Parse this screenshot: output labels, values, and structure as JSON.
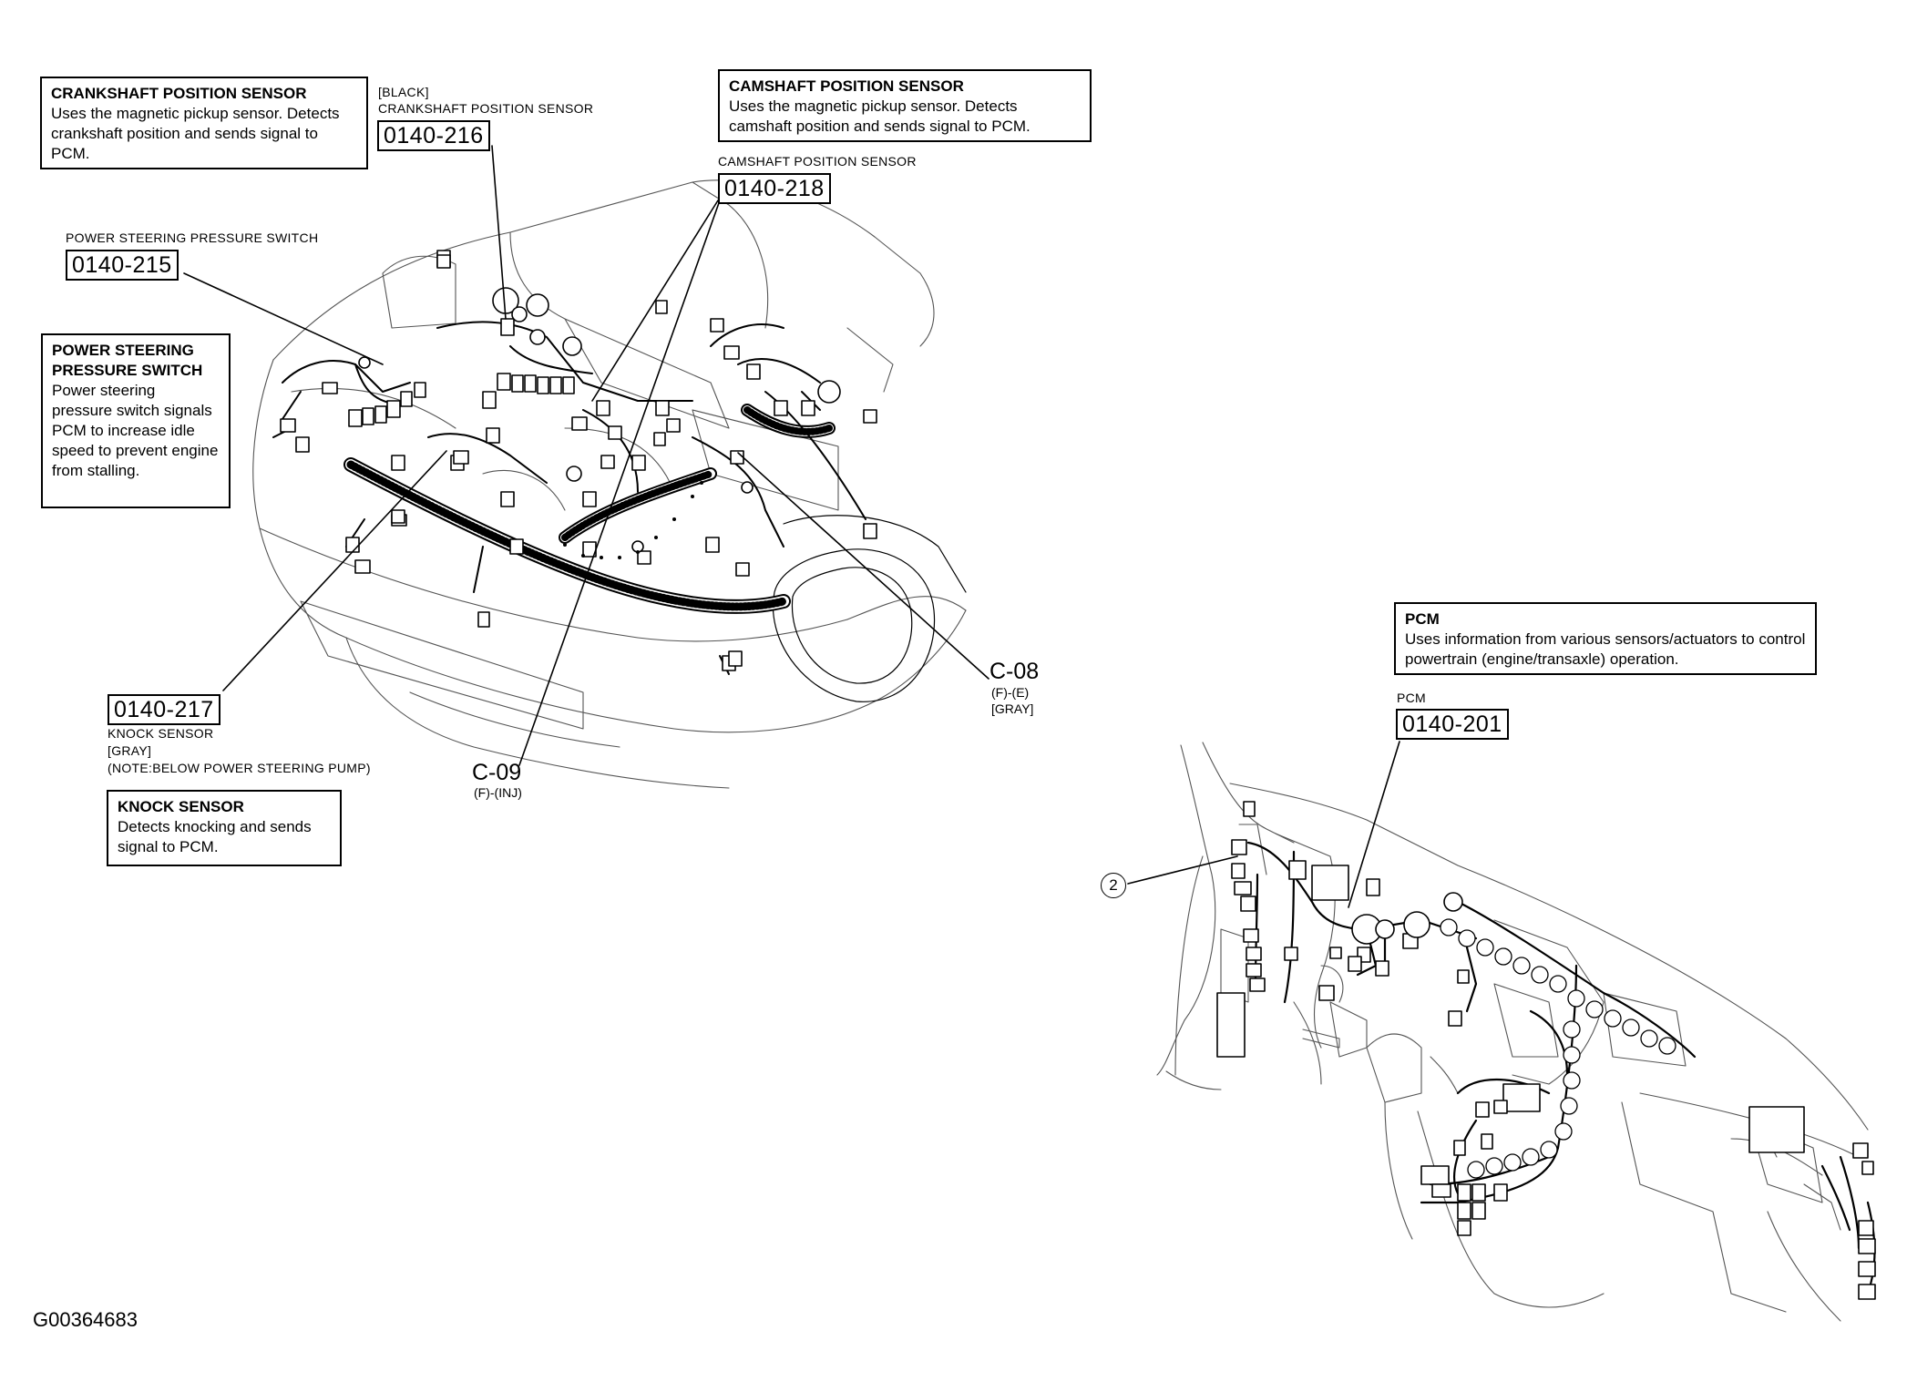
{
  "boxes": {
    "crankshaft": {
      "title": "CRANKSHAFT POSITION SENSOR",
      "text": "Uses the magnetic pickup sensor. Detects crankshaft position and sends signal to PCM."
    },
    "camshaft": {
      "title": "CAMSHAFT POSITION SENSOR",
      "text": "Uses the magnetic pickup sensor. Detects camshaft position and sends signal to PCM."
    },
    "ps_switch": {
      "title": "POWER STEERING PRESSURE SWITCH",
      "text": "Power steering pressure switch signals PCM to increase idle speed to prevent engine from stalling."
    },
    "knock": {
      "title": "KNOCK SENSOR",
      "text": "Detects knocking and sends signal to PCM."
    },
    "pcm": {
      "title": "PCM",
      "text": "Uses information from various sensors/actuators to control powertrain (engine/transaxle) operation."
    }
  },
  "components": {
    "crank": {
      "color_note": "[BLACK]",
      "name": "CRANKSHAFT POSITION SENSOR",
      "code": "0140-216"
    },
    "cam": {
      "name": "CAMSHAFT POSITION SENSOR",
      "code": "0140-218"
    },
    "ps": {
      "name": "POWER STEERING PRESSURE SWITCH",
      "code": "0140-215"
    },
    "knock": {
      "code": "0140-217",
      "name": "KNOCK SENSOR",
      "color_note": "[GRAY]",
      "note": "(NOTE:BELOW POWER STEERING PUMP)"
    },
    "pcm": {
      "name": "PCM",
      "code": "0140-201"
    }
  },
  "connectors": {
    "c08": {
      "label": "C-08",
      "sub1": "(F)-(E)",
      "sub2": "[GRAY]"
    },
    "c09": {
      "label": "C-09",
      "sub1": "(F)-(INJ)"
    }
  },
  "callout": "2",
  "figure_id": "G00364683"
}
